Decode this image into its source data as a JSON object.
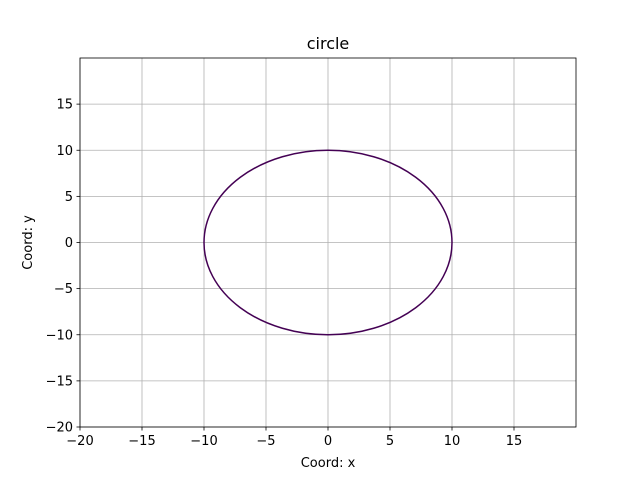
{
  "chart_data": {
    "type": "line",
    "title": "circle",
    "xlabel": "Coord: x",
    "ylabel": "Coord: y",
    "xlim": [
      -20,
      20
    ],
    "ylim": [
      -20,
      20
    ],
    "xticks": [
      -20,
      -15,
      -10,
      -5,
      0,
      5,
      10,
      15
    ],
    "yticks": [
      -20,
      -15,
      -10,
      -5,
      0,
      5,
      10,
      15
    ],
    "xtick_labels": [
      "−20",
      "−15",
      "−10",
      "−5",
      "0",
      "5",
      "10",
      "15"
    ],
    "ytick_labels": [
      "−20",
      "−15",
      "−10",
      "−5",
      "0",
      "5",
      "10",
      "15"
    ],
    "grid": true,
    "series": [
      {
        "shape": "circle",
        "center": [
          0,
          0
        ],
        "radius": 10,
        "color": "#440154"
      }
    ]
  },
  "colors": {
    "grid": "#b0b0b0",
    "axes": "#000000",
    "background": "#ffffff"
  }
}
